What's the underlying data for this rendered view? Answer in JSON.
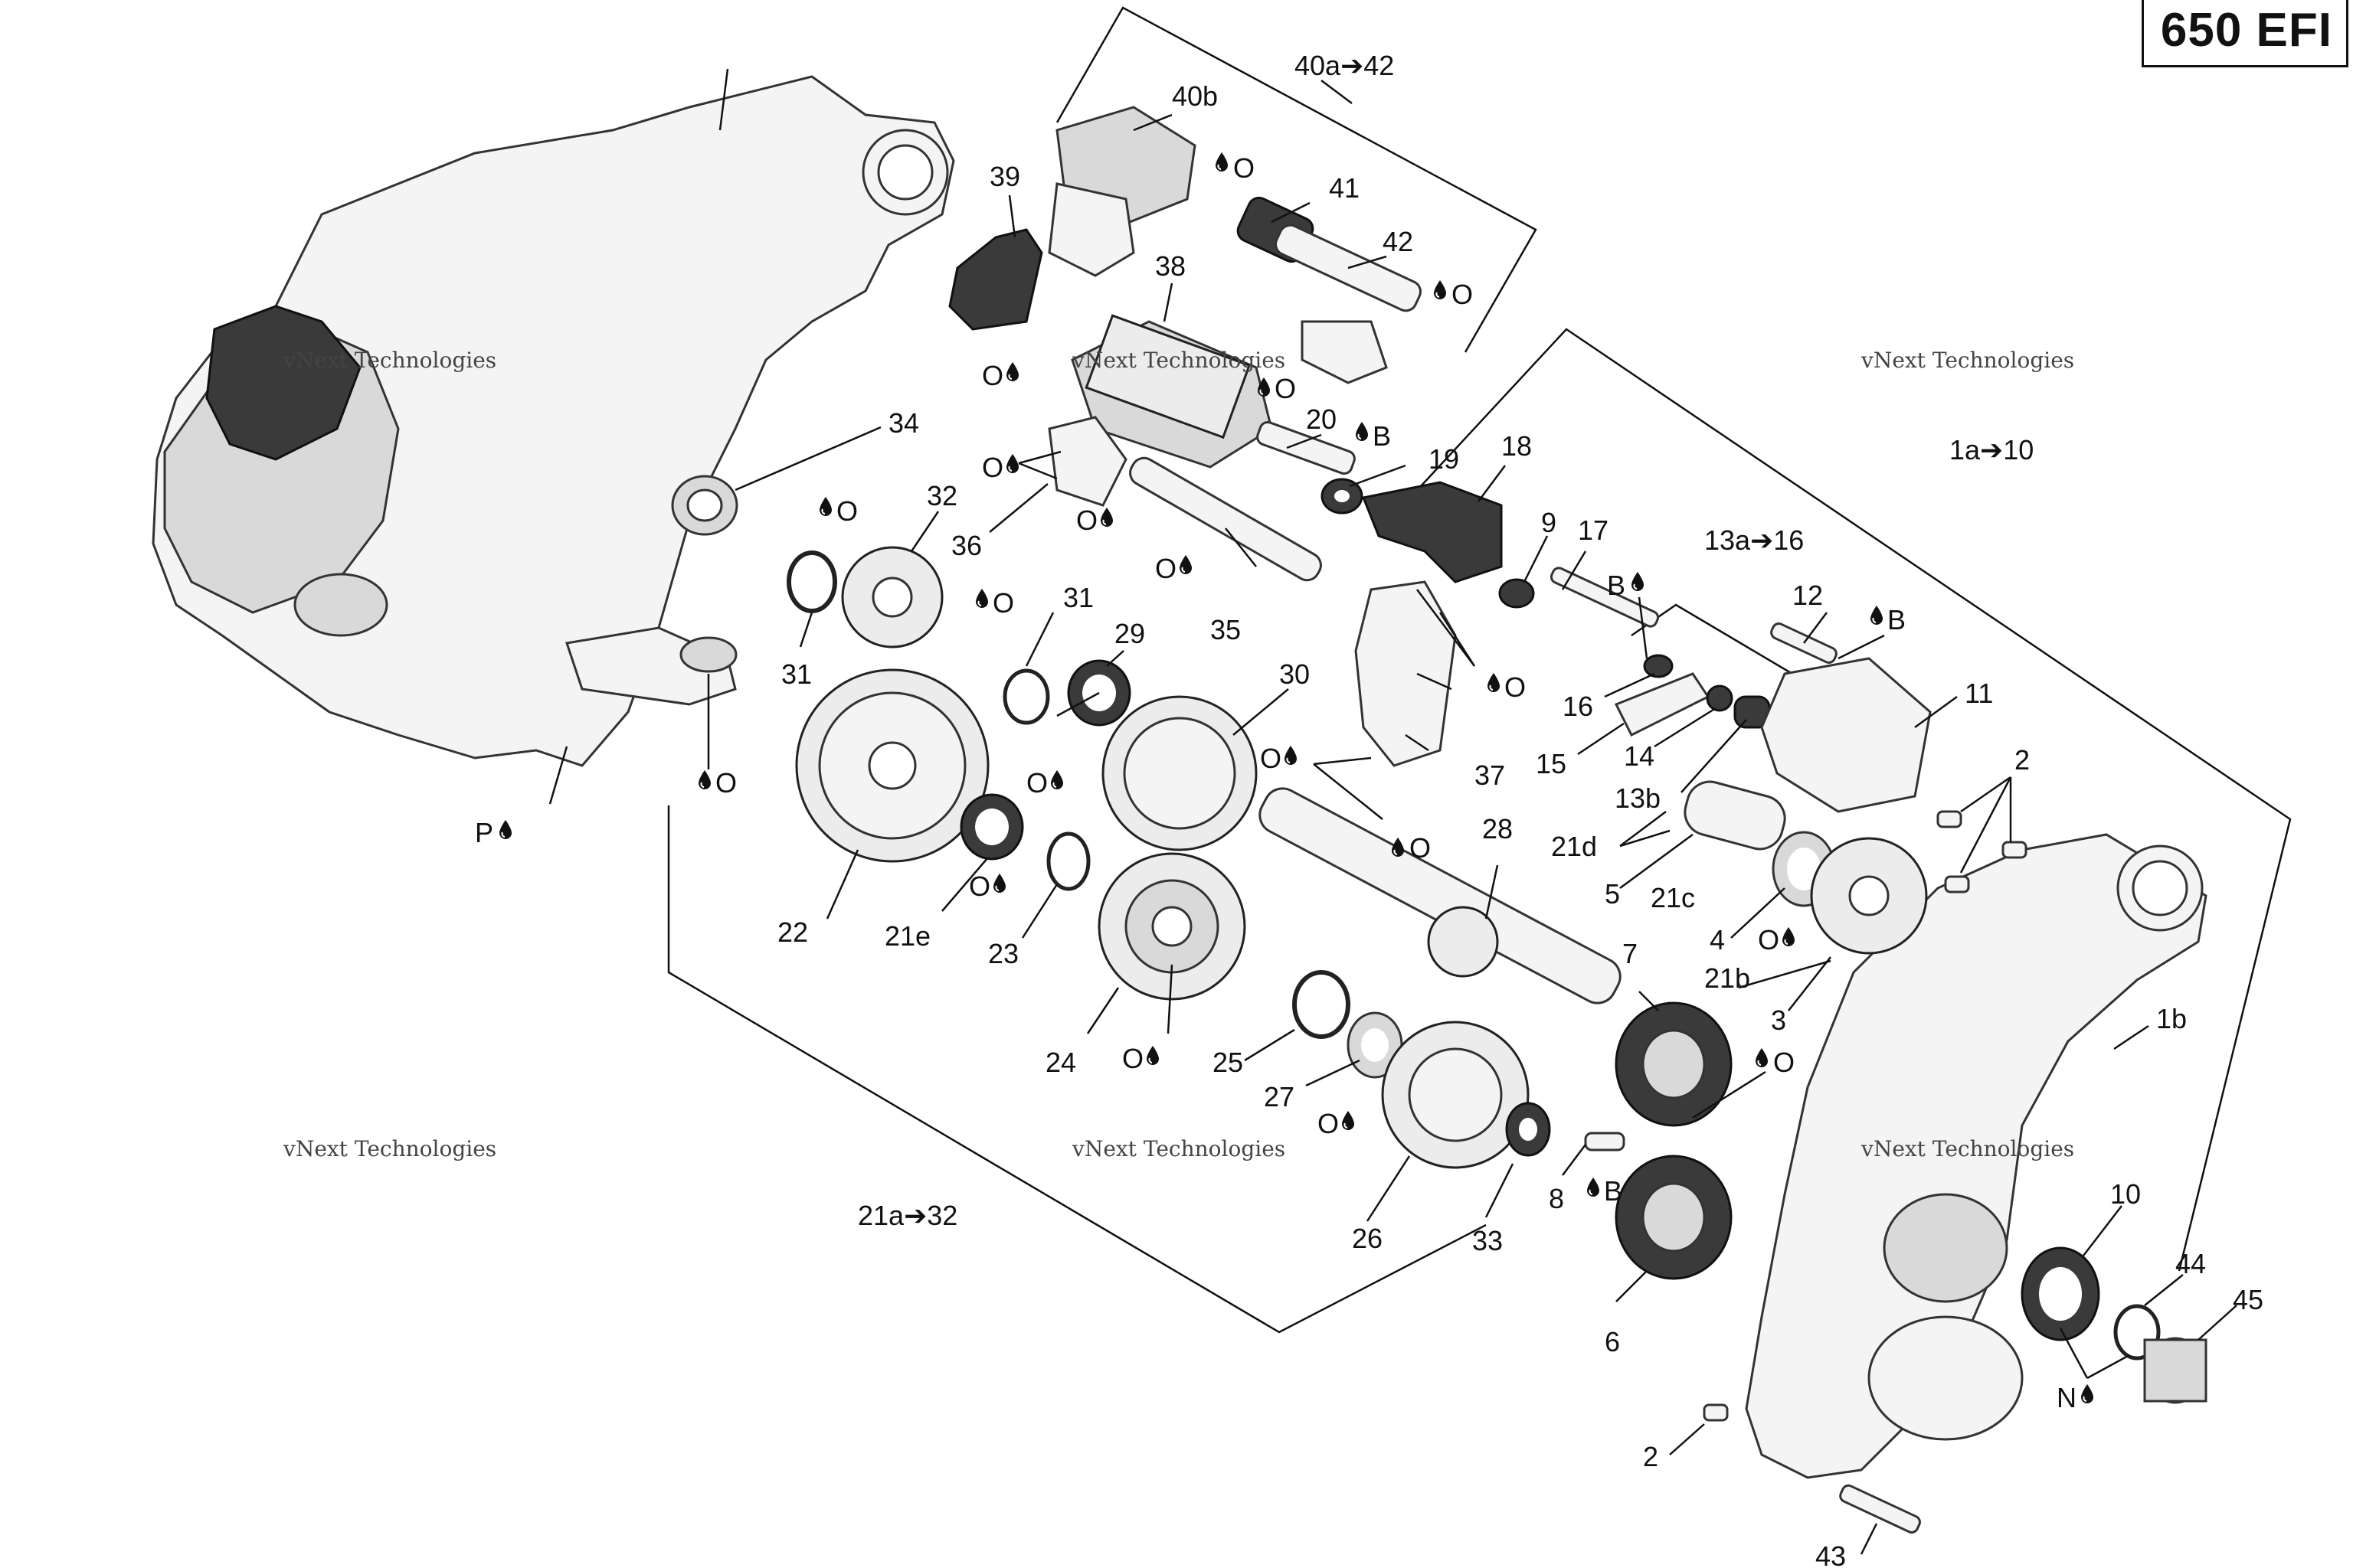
{
  "model_badge": "650 EFI",
  "watermark": {
    "line1": "vNext Technologies",
    "line2": "vNext",
    "line3": "Technologies"
  },
  "symbols": {
    "drop": "drop-icon"
  },
  "callouts": [
    {
      "id": "c-40a42",
      "text": "40a➔42"
    },
    {
      "id": "c-40b",
      "text": "40b"
    },
    {
      "id": "c-39",
      "text": "39"
    },
    {
      "id": "c-41",
      "text": "41"
    },
    {
      "id": "c-38",
      "text": "38"
    },
    {
      "id": "c-42",
      "text": "42"
    },
    {
      "id": "c-o-40b",
      "text": "O"
    },
    {
      "id": "c-o-42",
      "text": "O"
    },
    {
      "id": "c-o-38a",
      "text": "O"
    },
    {
      "id": "c-o-38b",
      "text": "O"
    },
    {
      "id": "c-20",
      "text": "20"
    },
    {
      "id": "c-b-20",
      "text": "B"
    },
    {
      "id": "c-19",
      "text": "19"
    },
    {
      "id": "c-18",
      "text": "18"
    },
    {
      "id": "c-34",
      "text": "34"
    },
    {
      "id": "c-o-34",
      "text": "O"
    },
    {
      "id": "c-32",
      "text": "32"
    },
    {
      "id": "c-o-36a",
      "text": "O"
    },
    {
      "id": "c-o-36b",
      "text": "O"
    },
    {
      "id": "c-36",
      "text": "36"
    },
    {
      "id": "c-o-35",
      "text": "O"
    },
    {
      "id": "c-35",
      "text": "35"
    },
    {
      "id": "c-o-32",
      "text": "O"
    },
    {
      "id": "c-31a",
      "text": "31"
    },
    {
      "id": "c-31b",
      "text": "31"
    },
    {
      "id": "c-29",
      "text": "29"
    },
    {
      "id": "c-30",
      "text": "30"
    },
    {
      "id": "c-o-37",
      "text": "O"
    },
    {
      "id": "c-37",
      "text": "37"
    },
    {
      "id": "c-o-37b",
      "text": "O"
    },
    {
      "id": "c-o-37c",
      "text": "O"
    },
    {
      "id": "c-o-29",
      "text": "O"
    },
    {
      "id": "c-o-main",
      "text": "O"
    },
    {
      "id": "c-p",
      "text": "P"
    },
    {
      "id": "c-22",
      "text": "22"
    },
    {
      "id": "c-21e",
      "text": "21e"
    },
    {
      "id": "c-o-21e",
      "text": "O"
    },
    {
      "id": "c-23",
      "text": "23"
    },
    {
      "id": "c-24",
      "text": "24"
    },
    {
      "id": "c-o-24",
      "text": "O"
    },
    {
      "id": "c-28",
      "text": "28"
    },
    {
      "id": "c-25",
      "text": "25"
    },
    {
      "id": "c-27",
      "text": "27"
    },
    {
      "id": "c-o-27",
      "text": "O"
    },
    {
      "id": "c-26",
      "text": "26"
    },
    {
      "id": "c-33",
      "text": "33"
    },
    {
      "id": "c-8",
      "text": "8"
    },
    {
      "id": "c-b-8",
      "text": "B"
    },
    {
      "id": "c-6",
      "text": "6"
    },
    {
      "id": "c-7",
      "text": "7"
    },
    {
      "id": "c-o-7",
      "text": "O"
    },
    {
      "id": "c-21a32",
      "text": "21a➔32"
    },
    {
      "id": "c-1a10",
      "text": "1a➔10"
    },
    {
      "id": "c-9",
      "text": "9"
    },
    {
      "id": "c-17",
      "text": "17"
    },
    {
      "id": "c-13a16",
      "text": "13a➔16"
    },
    {
      "id": "c-b-17",
      "text": "B"
    },
    {
      "id": "c-12",
      "text": "12"
    },
    {
      "id": "c-b-12",
      "text": "B"
    },
    {
      "id": "c-16",
      "text": "16"
    },
    {
      "id": "c-15",
      "text": "15"
    },
    {
      "id": "c-14",
      "text": "14"
    },
    {
      "id": "c-13b",
      "text": "13b"
    },
    {
      "id": "c-11",
      "text": "11"
    },
    {
      "id": "c-2a",
      "text": "2"
    },
    {
      "id": "c-21d",
      "text": "21d"
    },
    {
      "id": "c-5",
      "text": "5"
    },
    {
      "id": "c-21c",
      "text": "21c"
    },
    {
      "id": "c-4",
      "text": "4"
    },
    {
      "id": "c-o-4",
      "text": "O"
    },
    {
      "id": "c-21b",
      "text": "21b"
    },
    {
      "id": "c-3",
      "text": "3"
    },
    {
      "id": "c-1b",
      "text": "1b"
    },
    {
      "id": "c-10",
      "text": "10"
    },
    {
      "id": "c-44",
      "text": "44"
    },
    {
      "id": "c-45",
      "text": "45"
    },
    {
      "id": "c-n",
      "text": "N"
    },
    {
      "id": "c-2b",
      "text": "2"
    },
    {
      "id": "c-43",
      "text": "43"
    }
  ]
}
